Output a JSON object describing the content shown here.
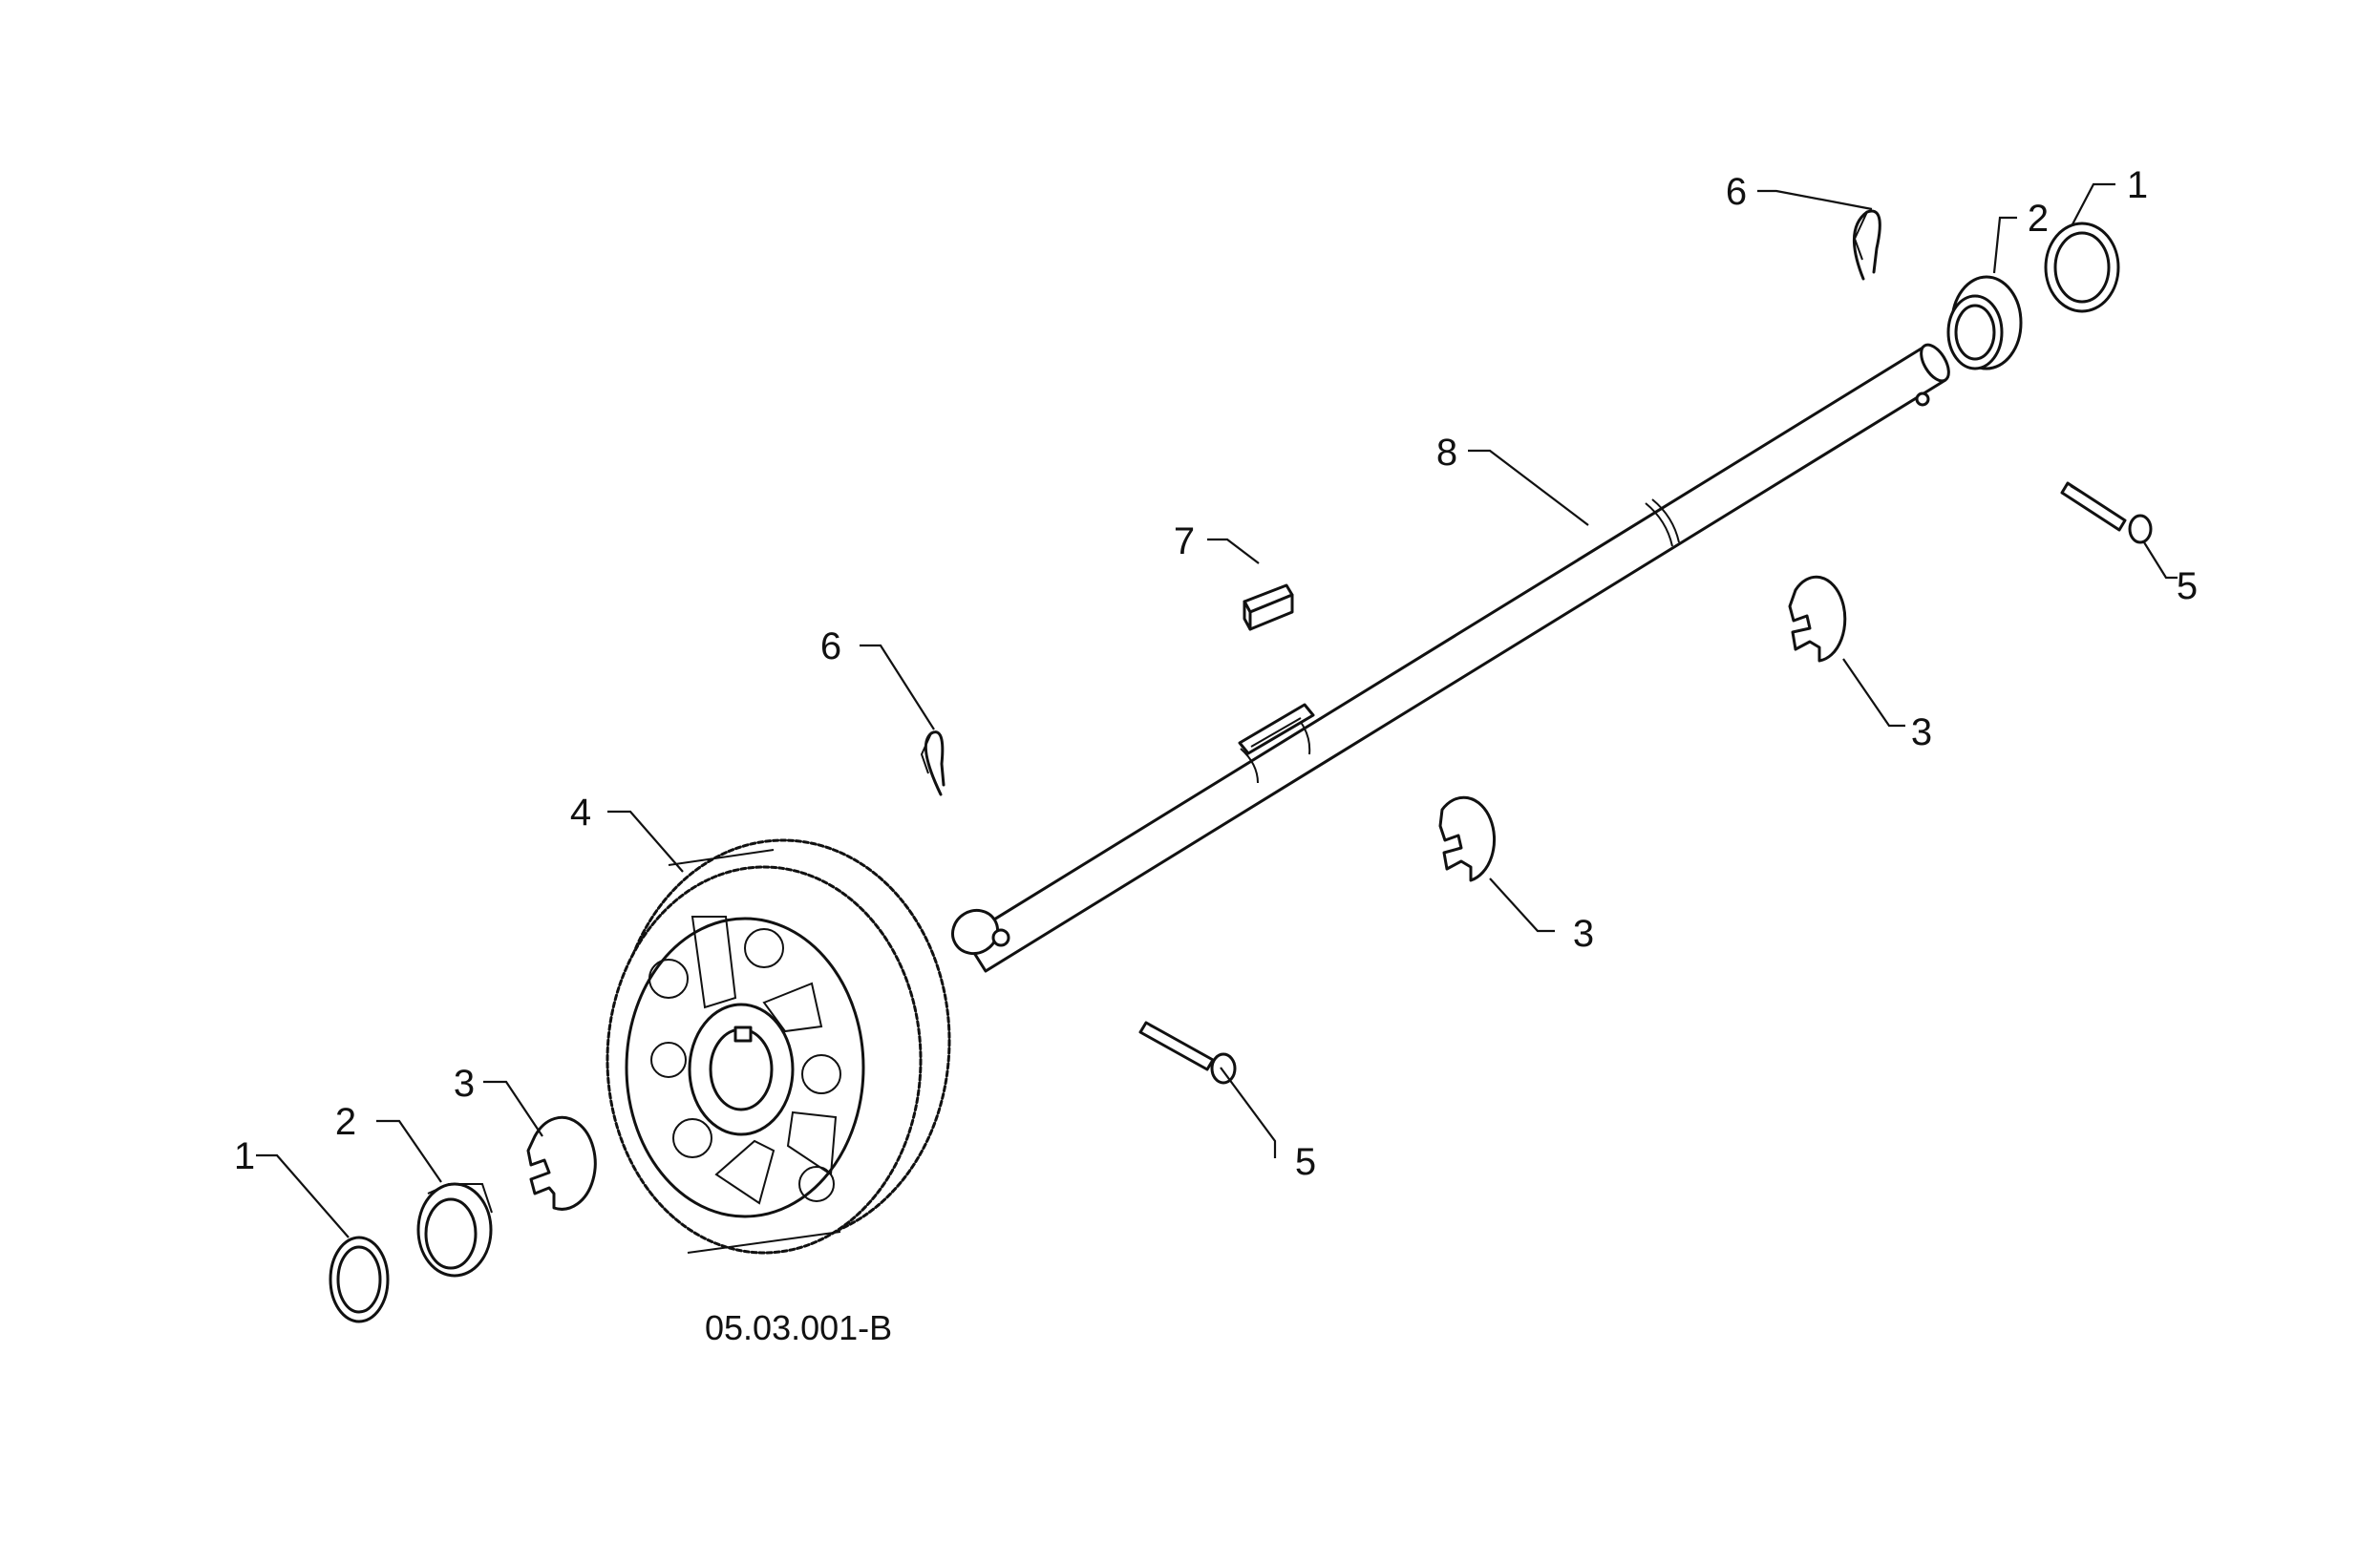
{
  "diagram": {
    "figure_code": "05.03.001-B",
    "callouts": [
      {
        "id": "left-washer",
        "label": "1"
      },
      {
        "id": "left-bushing",
        "label": "2"
      },
      {
        "id": "left-eclip",
        "label": "3"
      },
      {
        "id": "gear",
        "label": "4"
      },
      {
        "id": "lower-pin",
        "label": "5"
      },
      {
        "id": "left-hairpin",
        "label": "6"
      },
      {
        "id": "key",
        "label": "7"
      },
      {
        "id": "shaft",
        "label": "8"
      },
      {
        "id": "middle-eclip",
        "label": "3"
      },
      {
        "id": "right-eclip",
        "label": "3"
      },
      {
        "id": "right-pin",
        "label": "5"
      },
      {
        "id": "right-hairpin",
        "label": "6"
      },
      {
        "id": "right-bushing",
        "label": "2"
      },
      {
        "id": "right-washer",
        "label": "1"
      }
    ]
  }
}
